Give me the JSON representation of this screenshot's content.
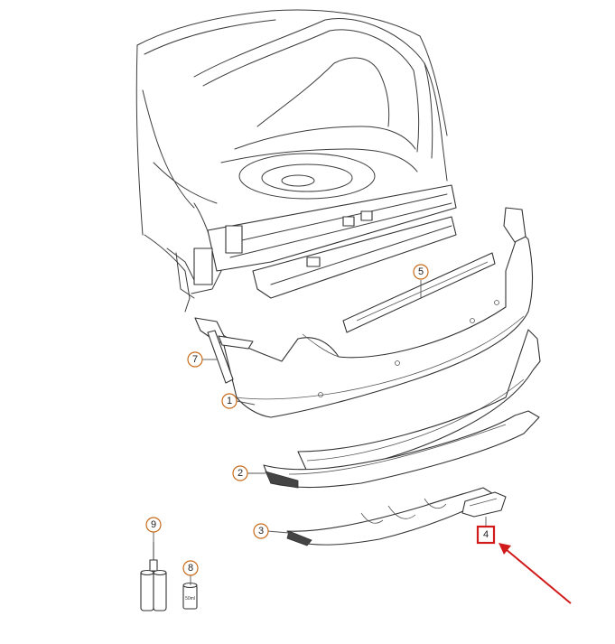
{
  "callouts": [
    {
      "id": "1",
      "label": "1"
    },
    {
      "id": "2",
      "label": "2"
    },
    {
      "id": "3",
      "label": "3"
    },
    {
      "id": "4",
      "label": "4"
    },
    {
      "id": "5",
      "label": "5"
    },
    {
      "id": "7",
      "label": "7"
    },
    {
      "id": "8",
      "label": "8"
    },
    {
      "id": "9",
      "label": "9"
    }
  ],
  "highlighted_callout": "4",
  "can_label": "50ml",
  "colors": {
    "callout_ring": "#c86a1a",
    "highlight": "#d11b1b",
    "line": "#3c3c3c"
  }
}
